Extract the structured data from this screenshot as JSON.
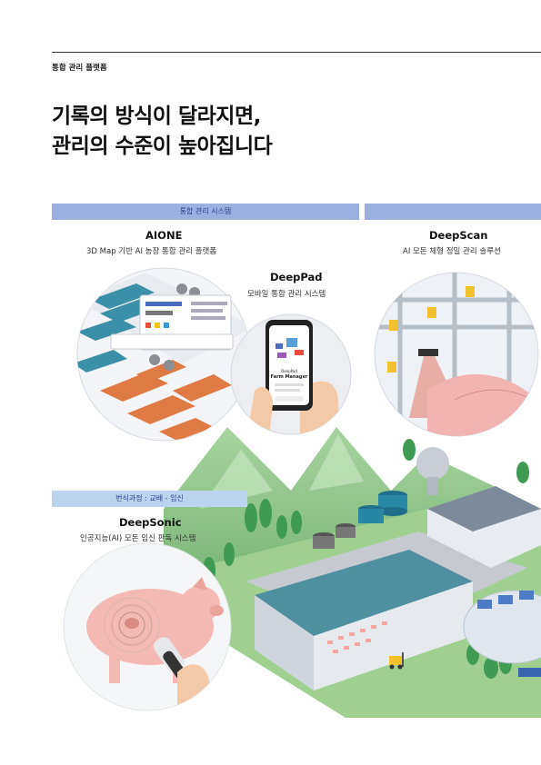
{
  "header": {
    "section_label": "통합 관리 플랫폼",
    "headline_line1": "기록의 방식이 달라지면,",
    "headline_line2": "관리의 수준이 높아집니다"
  },
  "bands": {
    "integrated": "통합 관리 시스템",
    "breeding": "번식과정 : 교배 - 임신"
  },
  "products": {
    "aione": {
      "name": "AIONE",
      "desc": "3D Map 기반 AI 농장 통합 관리 플랫폼"
    },
    "deeppad": {
      "name": "DeepPad",
      "desc": "모바일 통합 관리 시스템"
    },
    "deepscan": {
      "name": "DeepScan",
      "desc": "AI 모돈 체형 정밀 관리 솔루션"
    },
    "deepsonic": {
      "name": "DeepSonic",
      "desc": "인공지능(AI) 모돈 임신 판독 시스템"
    }
  },
  "phone": {
    "title_small": "DeepPad",
    "title_big": "Farm Manager"
  },
  "colors": {
    "band_blue": "#9daee0",
    "band_light": "#bcd3ef",
    "green_hill": "#8cc48a",
    "roof_orange": "#e07a45",
    "roof_teal": "#3d9aa6",
    "pig_pink": "#f2b3b3"
  }
}
